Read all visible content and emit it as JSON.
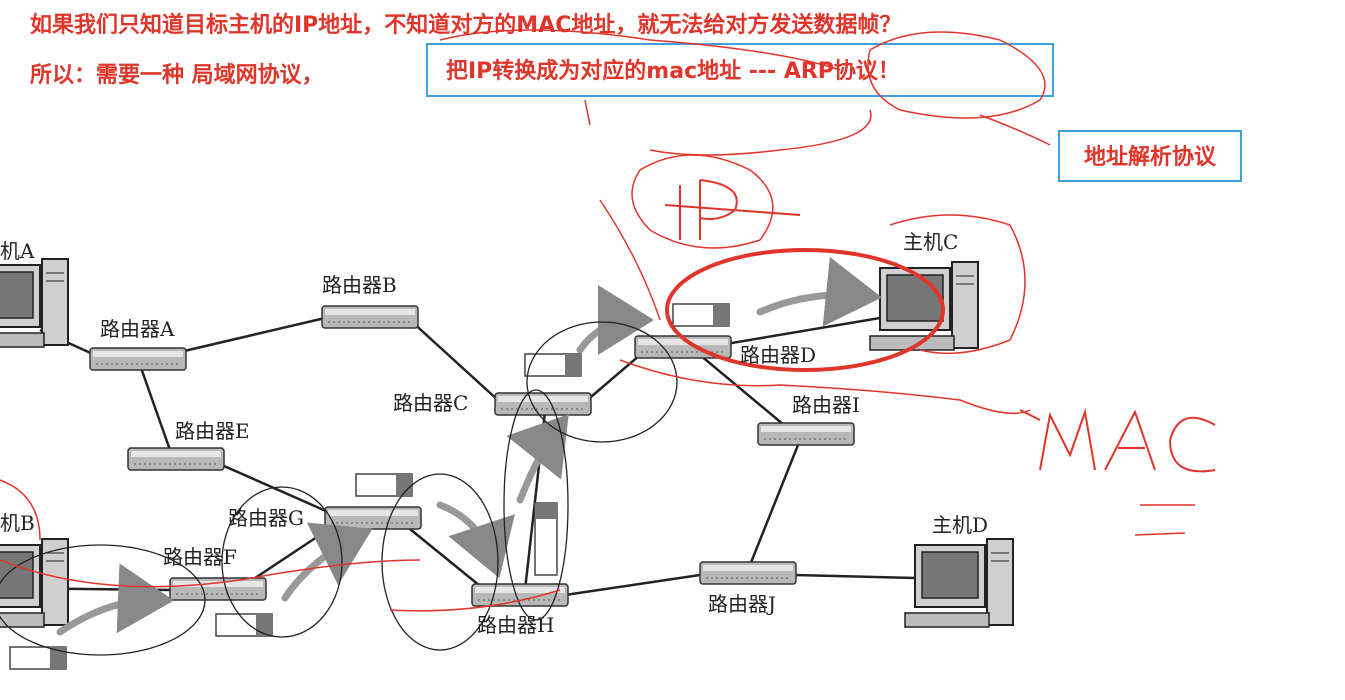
{
  "title_line1": "如果我们只知道目标主机的IP地址，不知道对方的MAC地址，就无法给对方发送数据帧？",
  "title_line2_prefix": "所以：需要一种 局域网协议，",
  "box_text": "把IP转换成为对应的mac地址 --- ARP协议！",
  "side_box_text": "地址解析协议",
  "labels": {
    "host_a": "机A",
    "host_b": "机B",
    "host_c": "主机C",
    "host_d": "主机D",
    "router_a": "路由器A",
    "router_b": "路由器B",
    "router_c": "路由器C",
    "router_d": "路由器D",
    "router_e": "路由器E",
    "router_f": "路由器F",
    "router_g": "路由器G",
    "router_h": "路由器H",
    "router_i": "路由器I",
    "router_j": "路由器J"
  },
  "annotations": {
    "ip_scribble": "IP",
    "mac_scribble": "MAC",
    "equals_scribble": "="
  },
  "colors": {
    "title_red": "#e0352b",
    "box_border_blue": "#3fa0e0",
    "ink_red": "#e0352b",
    "router_gray": "#9a9a9a"
  }
}
